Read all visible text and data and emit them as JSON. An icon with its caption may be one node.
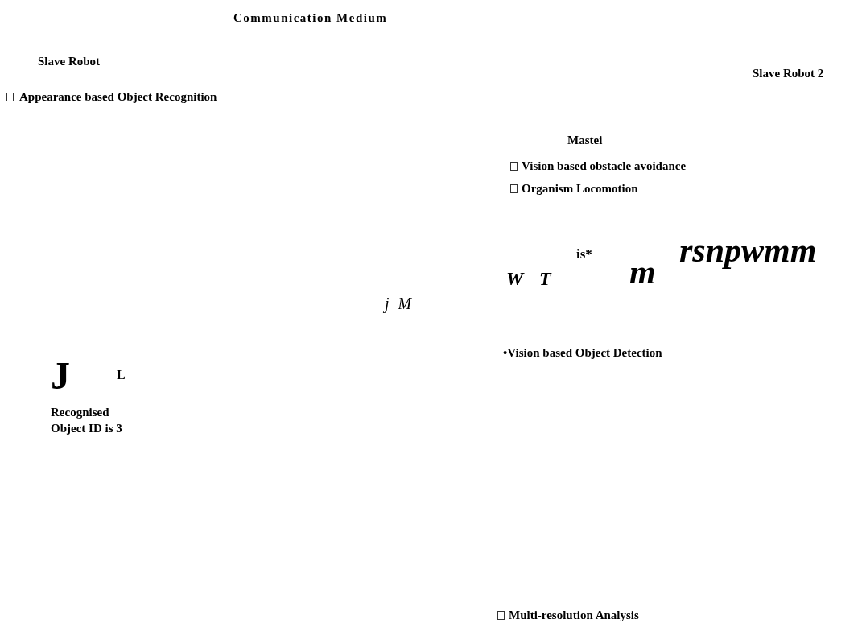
{
  "diagram": {
    "labels": [
      "Communication Medium",
      "Slave Robot",
      "Slave Robot 2",
      "Appearance based Object Recognition",
      "Mastei",
      "Vision based obstacle avoidance",
      "Organism Locomotion",
      "W",
      "T",
      "is*",
      "m",
      "rsnpwmm",
      "j M",
      "•Vision based Object Detection",
      "J",
      "L",
      "Recognised Object ID is 3",
      "Multi-resolution Analysis"
    ]
  }
}
